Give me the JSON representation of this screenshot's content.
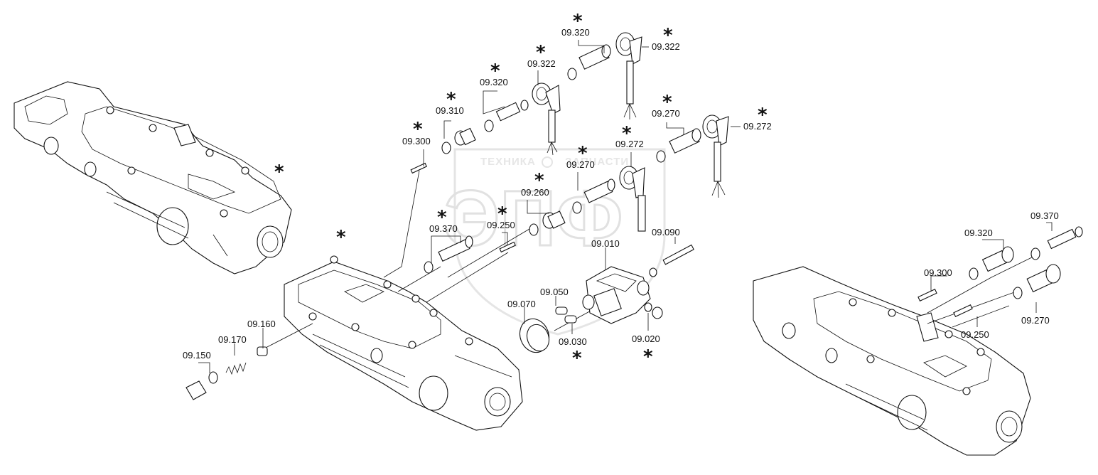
{
  "watermark": {
    "brand_left": "ТЕХНИКА",
    "brand_right": "ЗАПЧАСТИ",
    "logo": "ЭПФ",
    "color": "#e0e0e0"
  },
  "labels": {
    "l_09_320_a": "09.320",
    "l_09_322_a": "09.322",
    "l_09_322_b": "09.322",
    "l_09_320_b": "09.320",
    "l_09_310": "09.310",
    "l_09_300_a": "09.300",
    "l_09_272_a": "09.272",
    "l_09_270_a": "09.270",
    "l_09_272_b": "09.272",
    "l_09_270_b": "09.270",
    "l_09_260": "09.260",
    "l_09_370_a": "09.370",
    "l_09_250_a": "09.250",
    "l_09_090": "09.090",
    "l_09_010": "09.010",
    "l_09_050": "09.050",
    "l_09_070": "09.070",
    "l_09_030": "09.030",
    "l_09_020": "09.020",
    "l_09_160": "09.160",
    "l_09_170": "09.170",
    "l_09_150": "09.150",
    "l_09_370_b": "09.370",
    "l_09_320_c": "09.320",
    "l_09_300_b": "09.300",
    "l_09_250_b": "09.250",
    "l_09_270_c": "09.270"
  },
  "asterisk": "*",
  "icons": [
    "housing-assembly",
    "sensor-plug",
    "angle-connector",
    "o-ring",
    "dowel-pin",
    "valve-block",
    "screw",
    "spring",
    "plug"
  ]
}
